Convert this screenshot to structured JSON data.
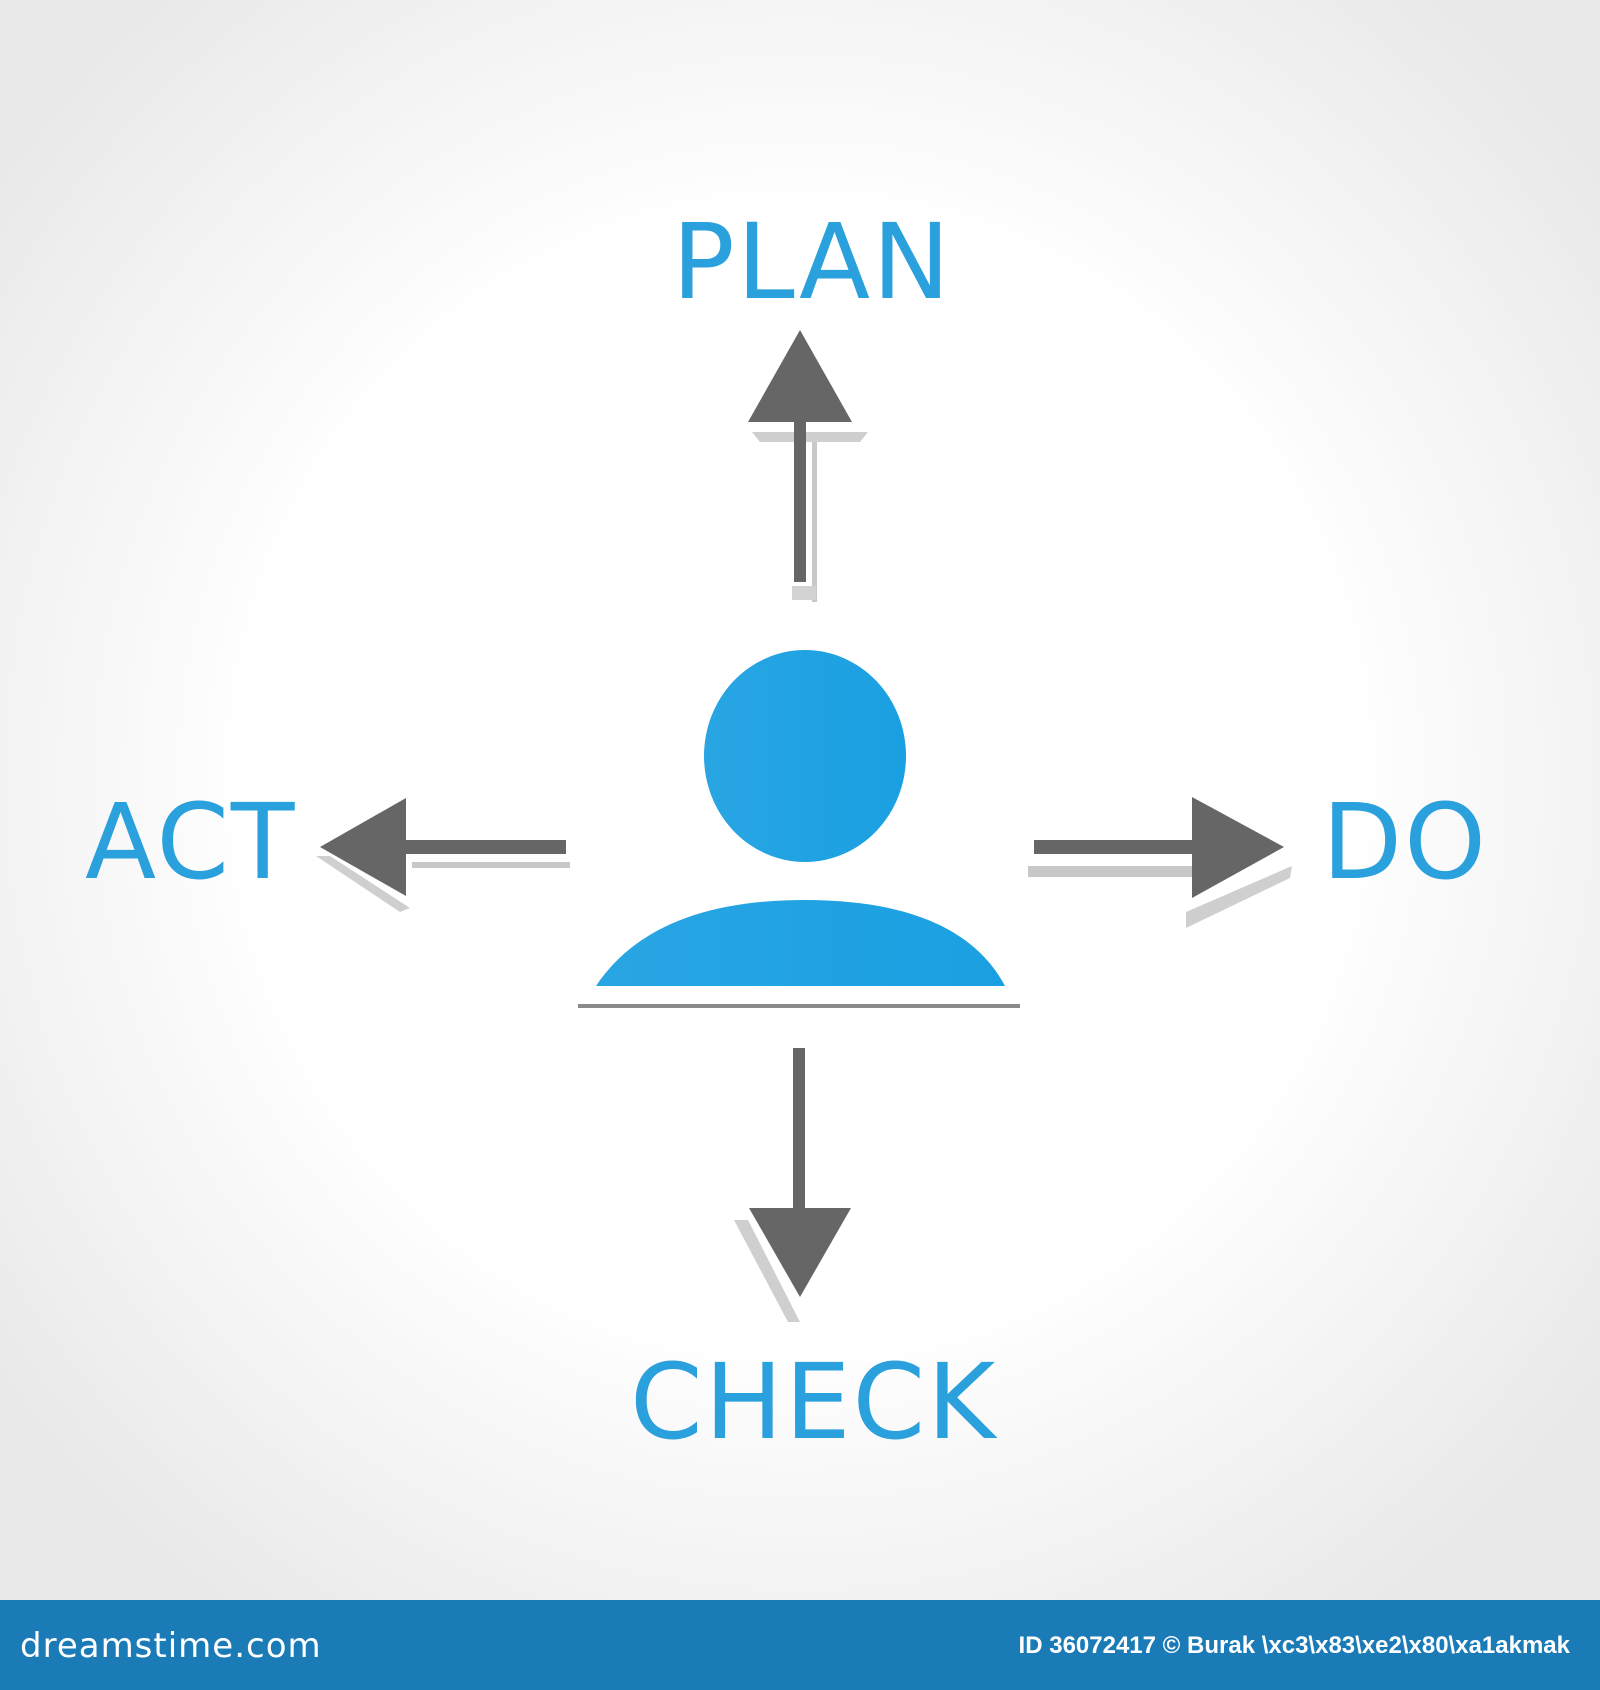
{
  "diagram": {
    "center": "person-icon",
    "labels": {
      "plan": "PLAN",
      "do": "DO",
      "check": "CHECK",
      "act": "ACT"
    },
    "colors": {
      "label": "#2aa0dc",
      "person": "#1aa3e4",
      "arrow": "#666666",
      "arrow_shadow": "#c8c8c8"
    }
  },
  "footer": {
    "brand": "dreamstime.com",
    "credit": "ID 36072417 © Burak \\xc3\\x83\\xe2\\x80\\xa1akmak",
    "color": "#1a7bb7"
  }
}
